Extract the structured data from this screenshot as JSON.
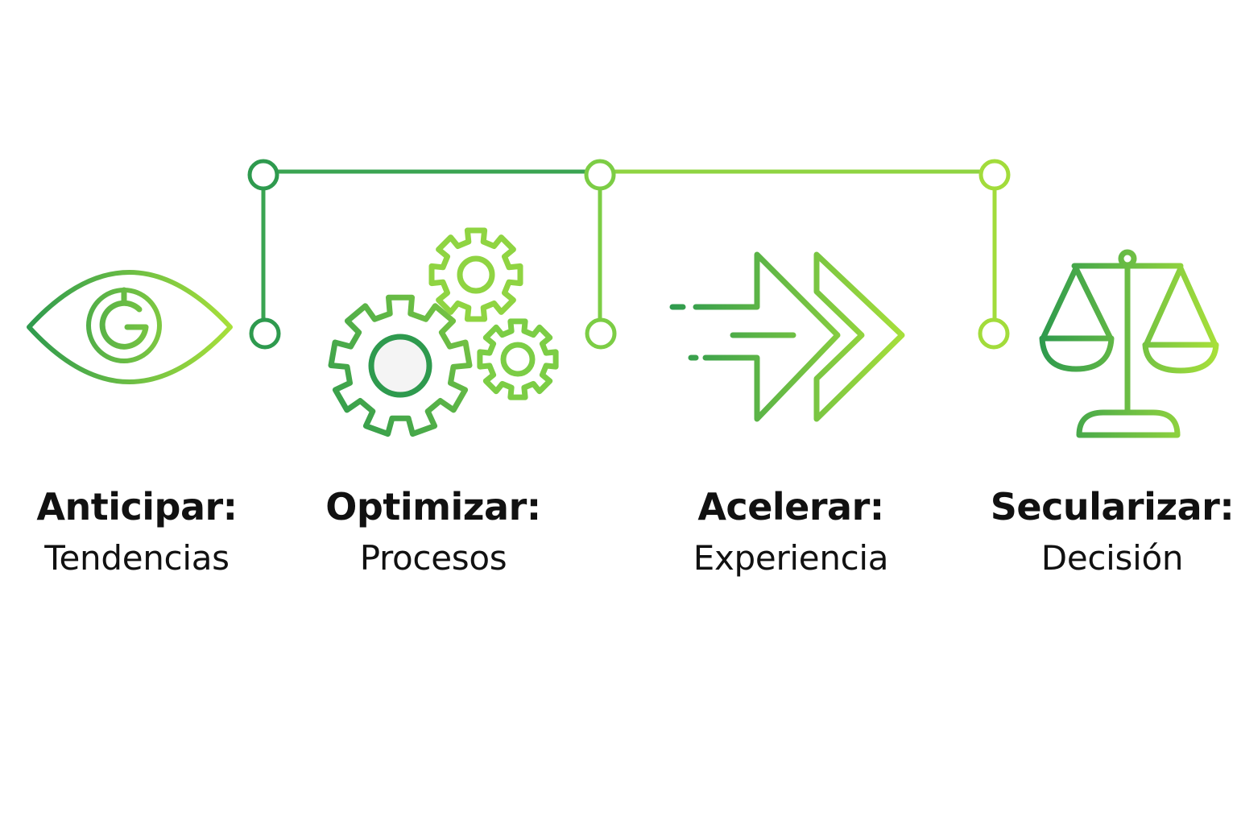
{
  "colors": {
    "dark_green": "#2e9a4e",
    "mid_green": "#6cc24a",
    "light_green": "#a8e03a",
    "text": "#111111"
  },
  "steps": [
    {
      "title": "Anticipar:",
      "subtitle": "Tendencias",
      "icon": "eye-icon"
    },
    {
      "title": "Optimizar:",
      "subtitle": "Procesos",
      "icon": "gears-icon"
    },
    {
      "title": "Acelerar:",
      "subtitle": "Experiencia",
      "icon": "fast-forward-arrows-icon"
    },
    {
      "title": "Secularizar:",
      "subtitle": "Decisión",
      "icon": "balance-scale-icon"
    }
  ],
  "eye_badge_letter": "G"
}
